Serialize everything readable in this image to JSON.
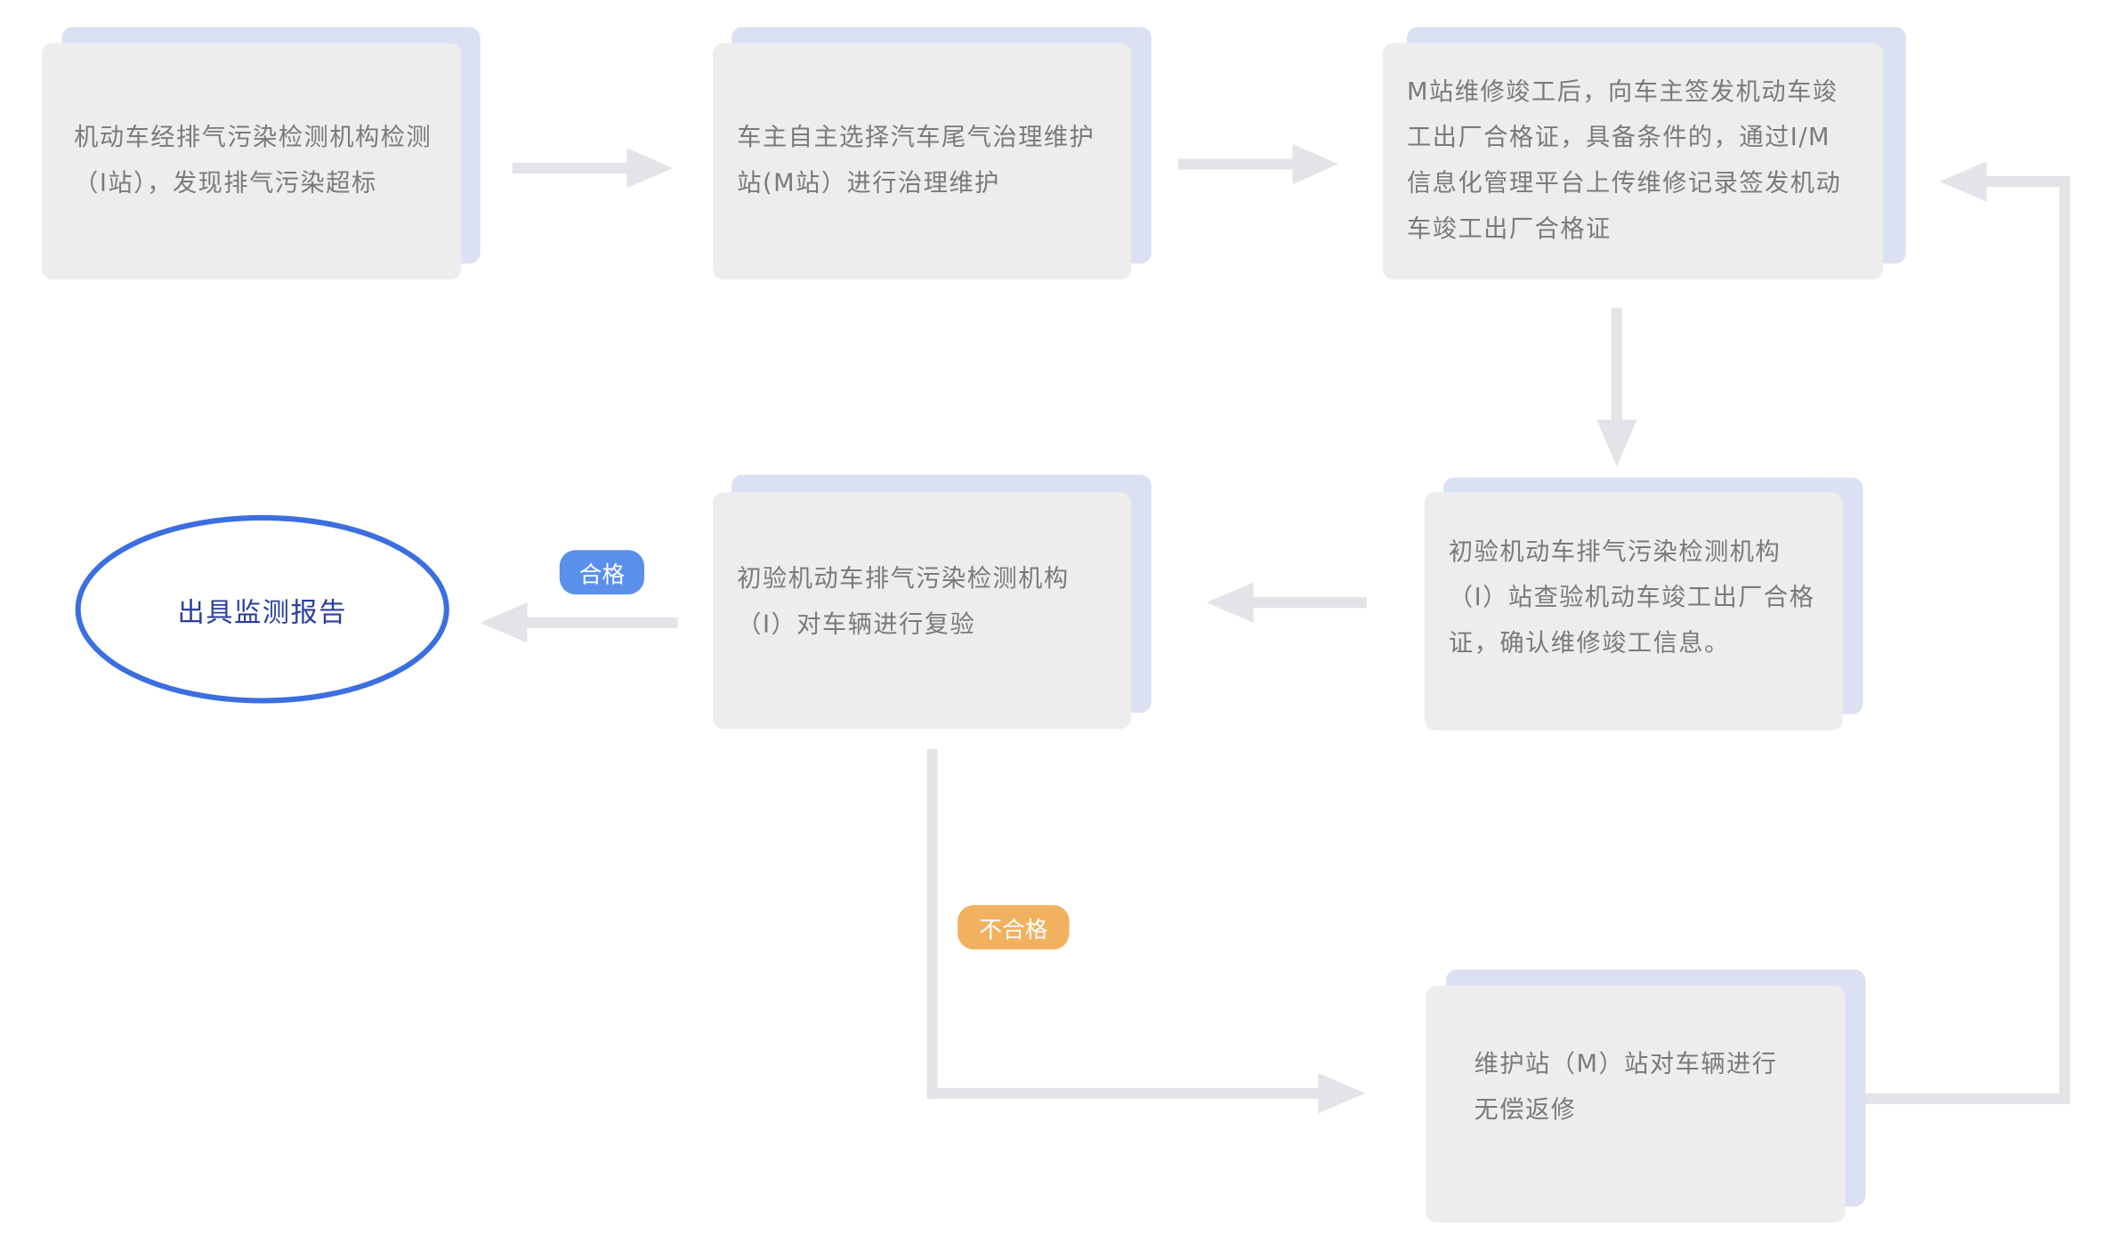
{
  "diagram": {
    "nodes": [
      {
        "id": "n1",
        "text": "机动车经排气污染检测机构检测（I站），发现排气污染超标"
      },
      {
        "id": "n2",
        "text": "车主自主选择汽车尾气治理维护站(M站）进行治理维护"
      },
      {
        "id": "n3",
        "text": "M站维修竣工后，向车主签发机动车竣工出厂合格证，具备条件的，通过I/M信息化管理平台上传维修记录签发机动车竣工出厂合格证"
      },
      {
        "id": "n4",
        "text": "初验机动车排气污染检测机构（I）站查验机动车竣工出厂合格证，确认维修竣工信息。"
      },
      {
        "id": "n5",
        "text": "初验机动车排气污染检测机构（I）对车辆进行复验"
      },
      {
        "id": "n6",
        "text": "维护站（M）站对车辆进行无偿返修"
      },
      {
        "id": "end",
        "text": "出具监测报告"
      }
    ],
    "edges": [
      {
        "from": "n1",
        "to": "n2",
        "label": ""
      },
      {
        "from": "n2",
        "to": "n3",
        "label": ""
      },
      {
        "from": "n3",
        "to": "n4",
        "label": ""
      },
      {
        "from": "n4",
        "to": "n5",
        "label": ""
      },
      {
        "from": "n5",
        "to": "end",
        "label": "合格"
      },
      {
        "from": "n5",
        "to": "n6",
        "label": "不合格"
      },
      {
        "from": "n6",
        "to": "n3",
        "label": ""
      }
    ],
    "badges": {
      "pass": {
        "label": "合格",
        "color": "#5b90ea"
      },
      "fail": {
        "label": "不合格",
        "color": "#f1b15e"
      }
    },
    "colors": {
      "card": "#ededed",
      "card_backing": "#dbe0f3",
      "connector": "#e3e4e8",
      "ellipse_stroke": "#3b6fe0",
      "ellipse_text": "#2a3f9a",
      "card_text": "#7a7a7a"
    }
  }
}
